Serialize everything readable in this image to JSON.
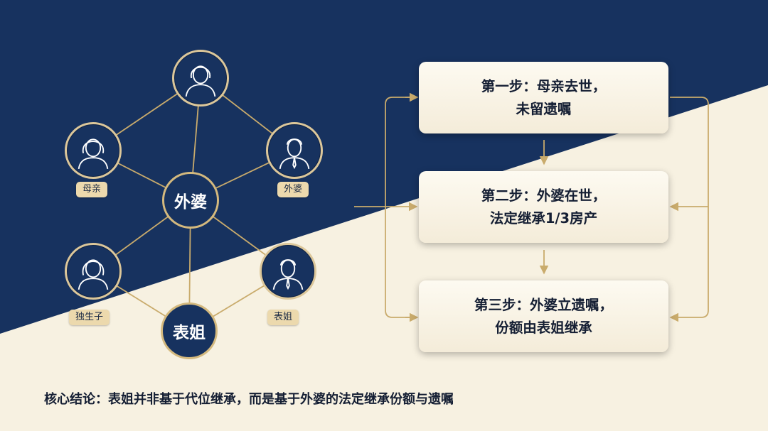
{
  "diagram": {
    "center_node": "外婆",
    "bottom_node": "表姐",
    "person_tags": {
      "mother": "母亲",
      "grandma": "外婆",
      "only_child": "独生子",
      "cousin": "表姐"
    }
  },
  "steps": [
    {
      "line1": "第一步：母亲去世，",
      "line2": "未留遗嘱"
    },
    {
      "line1": "第二步：外婆在世，",
      "line2": "法定继承1/3房产"
    },
    {
      "line1": "第三步：外婆立遗嘱，",
      "line2": "份额由表姐继承"
    }
  ],
  "conclusion": "核心结论：表姐并非基于代位继承，而是基于外婆的法定继承份额与遗嘱",
  "colors": {
    "navy": "#17325f",
    "cream": "#f7f1e1",
    "gold": "#c9ab6c",
    "tag": "#ecd9ad"
  }
}
